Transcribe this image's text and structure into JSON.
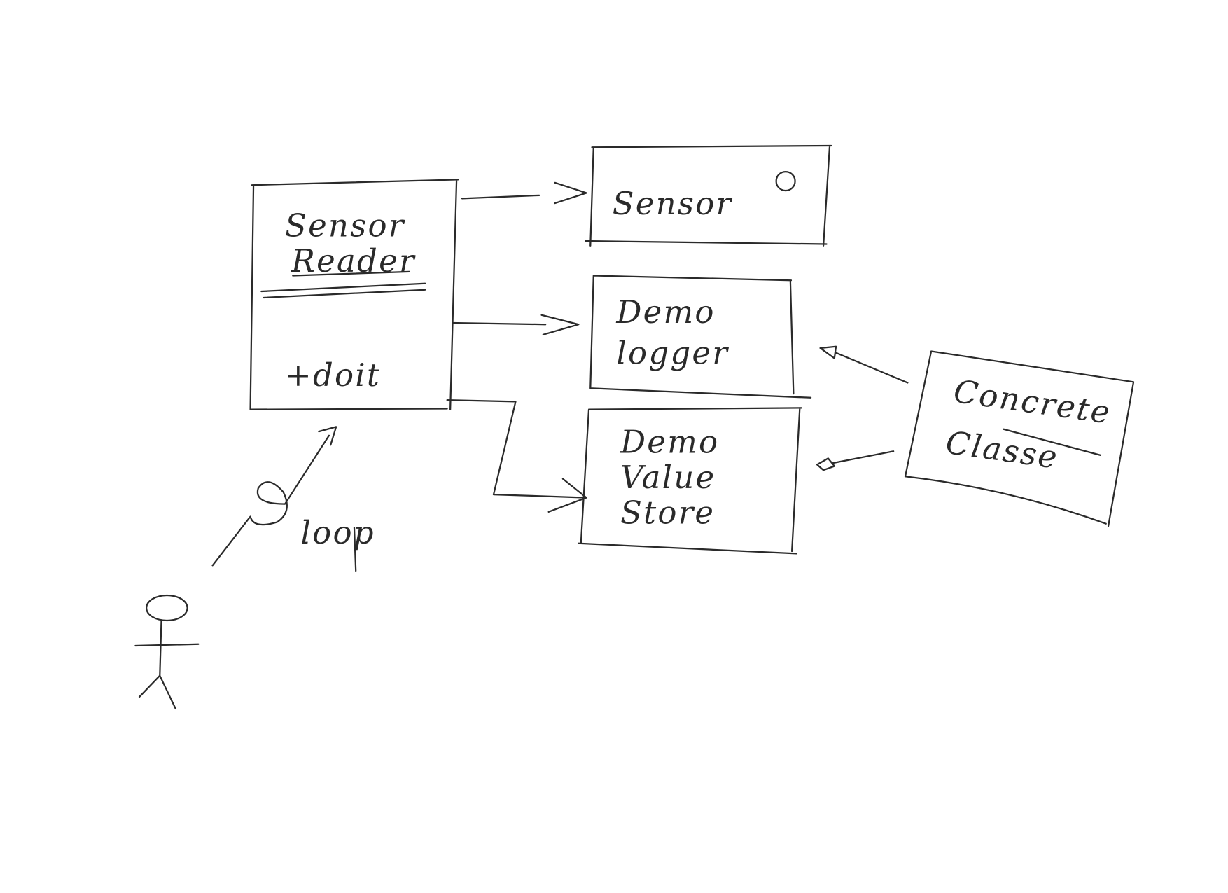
{
  "diagram": {
    "classes": [
      {
        "id": "sensor-reader",
        "name_line1": "Sensor",
        "name_line2": "Reader",
        "method": "+doit"
      },
      {
        "id": "sensor",
        "name_line1": "Sensor"
      },
      {
        "id": "demo-logger",
        "name_line1": "Demo",
        "name_line2": "logger"
      },
      {
        "id": "demo-value-store",
        "name_line1": "Demo",
        "name_line2": "Value",
        "name_line3": "Store"
      },
      {
        "id": "concrete-classe",
        "name_line1": "Concrete",
        "name_line2": "Classe"
      }
    ],
    "actor_label": "loop",
    "ink_color": "#2a2a2a",
    "background": "#ffffff"
  }
}
